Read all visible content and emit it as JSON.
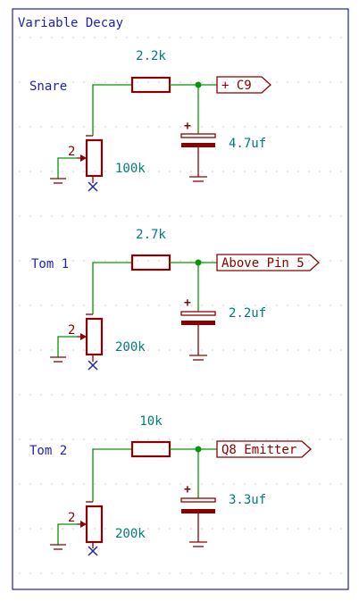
{
  "title": "Variable Decay",
  "colors": {
    "frame": "#1e1eb4",
    "wire": "#009900",
    "component": "#8b0000",
    "value_text": "#007a7a",
    "no_connect": "#1e1eb4"
  },
  "circuits": [
    {
      "name": "Snare",
      "resistor_value": "2.2k",
      "capacitor_value": "4.7uf",
      "pot_value": "100k",
      "pot_pin": "2",
      "cap_polarity": "+",
      "net_label": "+ C9"
    },
    {
      "name": "Tom 1",
      "resistor_value": "2.7k",
      "capacitor_value": "2.2uf",
      "pot_value": "200k",
      "pot_pin": "2",
      "cap_polarity": "+",
      "net_label": "Above Pin 5"
    },
    {
      "name": "Tom 2",
      "resistor_value": "10k",
      "capacitor_value": "3.3uf",
      "pot_value": "200k",
      "pot_pin": "2",
      "cap_polarity": "+",
      "net_label": "Q8 Emitter"
    }
  ]
}
